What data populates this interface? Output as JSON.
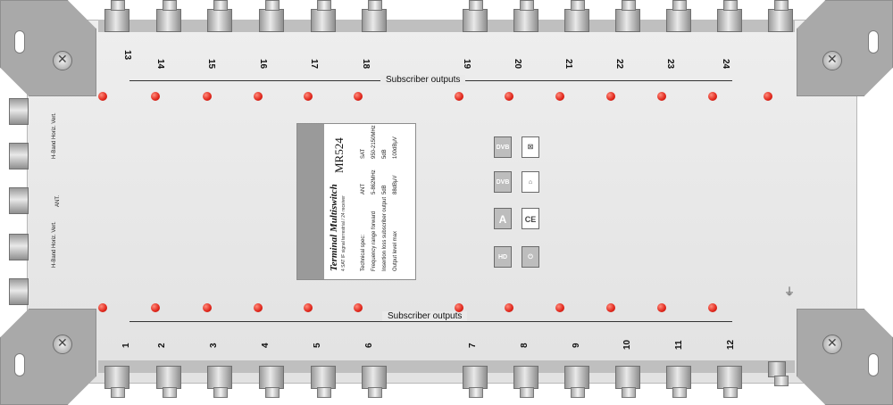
{
  "top_ports": [
    "13",
    "14",
    "15",
    "16",
    "17",
    "18",
    "19",
    "20",
    "21",
    "22",
    "23",
    "24"
  ],
  "bottom_ports": [
    "1",
    "2",
    "3",
    "4",
    "5",
    "6",
    "7",
    "8",
    "9",
    "10",
    "11",
    "12"
  ],
  "top_caption": "Subscriber outputs",
  "bottom_caption": "Subscriber outputs",
  "panel": {
    "model": "MR524",
    "title": "Terminal Multiswitch",
    "subtitle": "4 SAT IF signal terrestrial / 24 receiver",
    "specs_header": "Technical spec:",
    "specs": [
      {
        "label": "Frequency range forward",
        "ant": "5-862MHz",
        "sat": "950-2150MHz"
      },
      {
        "label": "Insertion loss subscriber output",
        "ant": "5dB",
        "sat": "5dB"
      },
      {
        "label": "Output level max",
        "ant": "88dBμV",
        "sat": "100dBμV"
      }
    ],
    "col_ant": "ANT",
    "col_sat": "SAT"
  },
  "inputs": [
    {
      "label": "H-Band  Horiz.  Vert."
    },
    {
      "label": "ANT."
    },
    {
      "label": "H-Band  Horiz.  Vert."
    }
  ],
  "icons": [
    "dvb-s2-icon",
    "no-waste-bin-icon",
    "dvb-t2-icon",
    "house-icon",
    "energy-class-a-icon",
    "ce-mark-icon",
    "hdtv-icon",
    "power-icon"
  ],
  "colors": {
    "led": "#e0261b",
    "case": "#e6e6e6",
    "bracket": "#a9a9a9"
  }
}
